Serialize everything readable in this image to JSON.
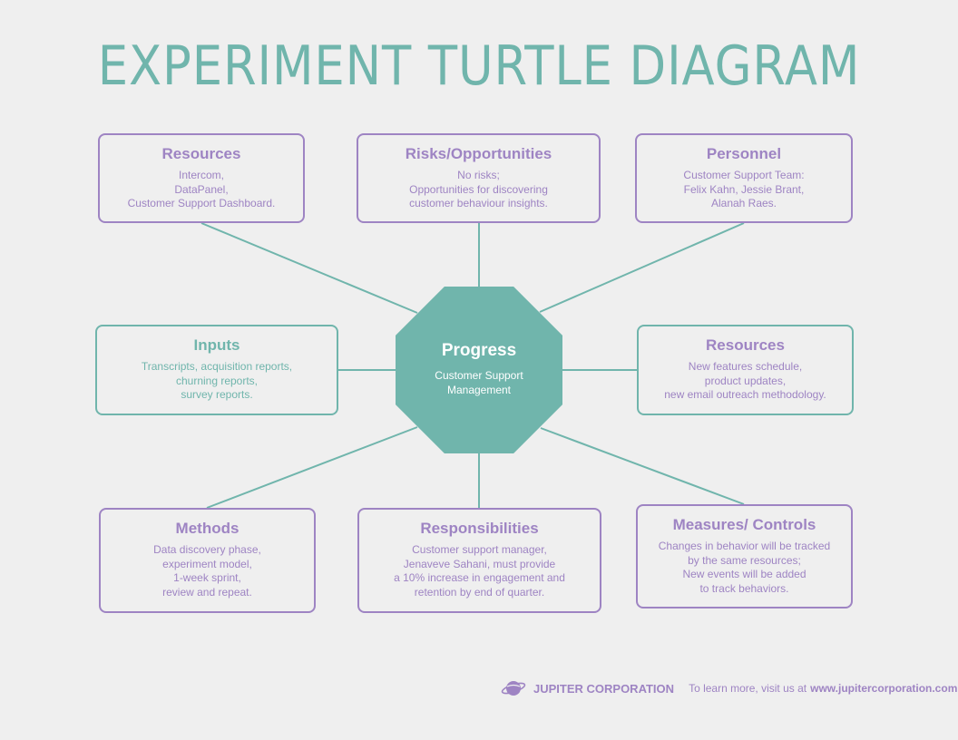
{
  "title": "EXPERIMENT TURTLE DIAGRAM",
  "center": {
    "title": "Progress",
    "lines": [
      "Customer Support",
      "Management"
    ]
  },
  "boxes": {
    "top_left": {
      "title": "Resources",
      "lines": [
        "Intercom,",
        "DataPanel,",
        "Customer Support Dashboard."
      ]
    },
    "top_center": {
      "title": "Risks/Opportunities",
      "lines": [
        "No risks;",
        "Opportunities for discovering",
        "customer behaviour insights."
      ]
    },
    "top_right": {
      "title": "Personnel",
      "lines": [
        "Customer Support Team:",
        "Felix Kahn, Jessie Brant,",
        "Alanah Raes."
      ]
    },
    "middle_left": {
      "title": "Inputs",
      "lines": [
        "Transcripts, acquisition reports,",
        "churning reports,",
        "survey reports."
      ]
    },
    "middle_right": {
      "title": "Resources",
      "lines": [
        "New features schedule,",
        "product updates,",
        "new email outreach methodology."
      ]
    },
    "bottom_left": {
      "title": "Methods",
      "lines": [
        "Data discovery phase,",
        "experiment model,",
        "1-week sprint,",
        "review and repeat."
      ]
    },
    "bottom_center": {
      "title": "Responsibilities",
      "lines": [
        "Customer support manager,",
        "Jenaveve Sahani, must provide",
        "a 10% increase in engagement and",
        "retention by end of quarter."
      ]
    },
    "bottom_right": {
      "title": "Measures/ Controls",
      "lines": [
        "Changes in behavior will be tracked",
        "by the same resources;",
        "New events will be added",
        "to track behaviors."
      ]
    }
  },
  "footer": {
    "logo_icon": "planet-icon",
    "company": "JUPITER CORPORATION",
    "text": "To learn more, visit us at",
    "url": "www.jupitercorporation.com"
  },
  "colors": {
    "teal": "#70b5ac",
    "purple": "#9e84c3",
    "background": "#efefef"
  }
}
